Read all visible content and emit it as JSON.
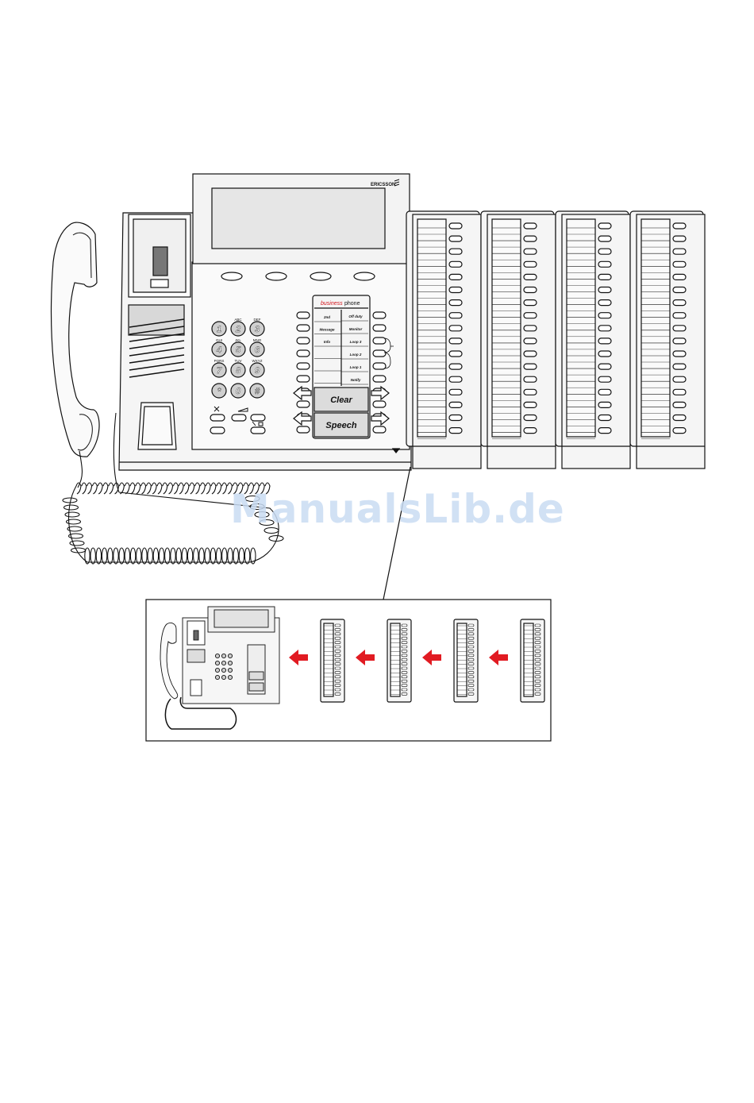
{
  "brand": "ERICSSON",
  "product_logo": {
    "prefix": "business",
    "suffix": "phone"
  },
  "keypad": {
    "keys": [
      "1",
      "2",
      "3",
      "4",
      "5",
      "6",
      "7",
      "8",
      "9",
      "*",
      "0",
      "#"
    ],
    "letters": [
      "ABC",
      "DEF",
      "GHI",
      "JKL",
      "MNO",
      "PQRS",
      "TUV",
      "WXYZ"
    ]
  },
  "function_keys": {
    "left": [
      "2nd",
      "Message",
      "Info",
      "",
      "",
      ""
    ],
    "right": [
      "Off duty",
      "Monitor",
      "Loop 3",
      "Loop 2",
      "Loop 1",
      "Notify"
    ]
  },
  "clear_label": "Clear",
  "speech_label": "Speech",
  "watermark": "ManualsLib.de",
  "colors": {
    "line": "#111111",
    "panel": "#f3f3f3",
    "screen": "#e6e6e6",
    "arrow": "#e11b22",
    "watermark": "#c9dcf3",
    "brand_red": "#d4141b"
  }
}
